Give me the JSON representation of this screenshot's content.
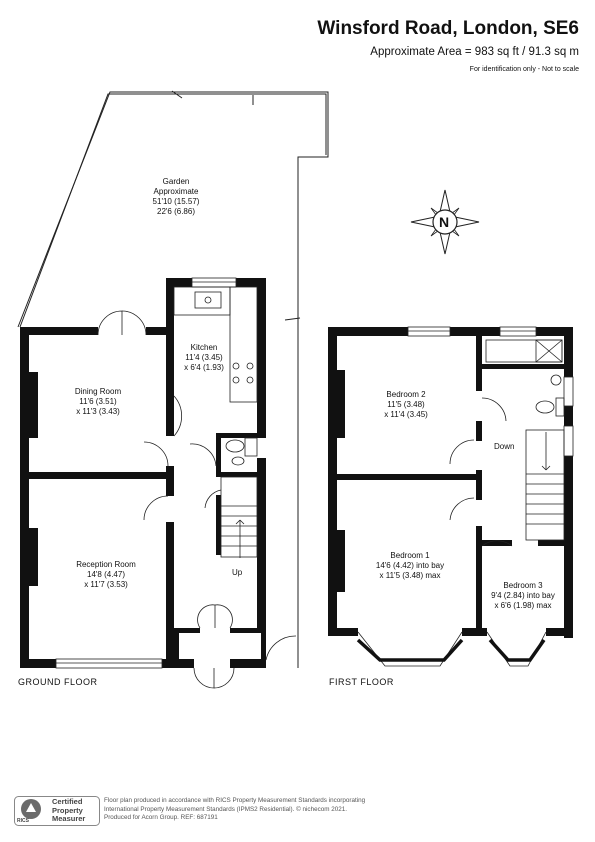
{
  "header": {
    "title": "Winsford Road, London, SE6",
    "area": "Approximate Area = 983 sq ft / 91.3 sq m",
    "note": "For identification only - Not to scale"
  },
  "compass": {
    "label": "N"
  },
  "ground_floor": {
    "label": "GROUND FLOOR",
    "garden": {
      "name": "Garden",
      "line2": "Approximate",
      "dim1": "51'10 (15.57)",
      "dim2": "22'6 (6.86)"
    },
    "kitchen": {
      "name": "Kitchen",
      "dim1": "11'4 (3.45)",
      "dim2": "x 6'4 (1.93)"
    },
    "dining": {
      "name": "Dining Room",
      "dim1": "11'6 (3.51)",
      "dim2": "x 11'3 (3.43)"
    },
    "reception": {
      "name": "Reception Room",
      "dim1": "14'8 (4.47)",
      "dim2": "x 11'7 (3.53)"
    },
    "stairs": "Up"
  },
  "first_floor": {
    "label": "FIRST FLOOR",
    "bedroom2": {
      "name": "Bedroom 2",
      "dim1": "11'5 (3.48)",
      "dim2": "x 11'4 (3.45)"
    },
    "bedroom1": {
      "name": "Bedroom 1",
      "dim1": "14'6 (4.42) into bay",
      "dim2": "x 11'5 (3.48) max"
    },
    "bedroom3": {
      "name": "Bedroom 3",
      "dim1": "9'4 (2.84) into bay",
      "dim2": "x 6'6 (1.98) max"
    },
    "stairs": "Down"
  },
  "footer": {
    "badge": [
      "Certified",
      "Property",
      "Measurer"
    ],
    "badge_org": "RICS",
    "line1": "Floor plan produced in accordance with RICS Property Measurement Standards incorporating",
    "line2": "International Property Measurement Standards (IPMS2 Residential). © nichecom 2021.",
    "line3": "Produced for Acorn Group.   REF:  687191"
  },
  "colors": {
    "wall": "#111111",
    "text": "#111111"
  }
}
